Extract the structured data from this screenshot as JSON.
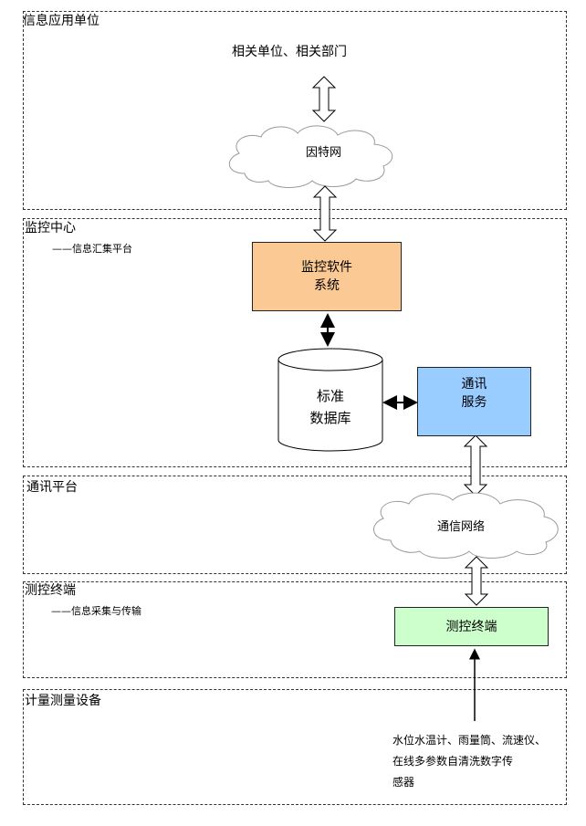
{
  "zones": {
    "info_app": {
      "label": "信息应用单位"
    },
    "monitor_center": {
      "label": "监控中心",
      "sub": "——信息汇集平台"
    },
    "comm_platform": {
      "label": "通讯平台"
    },
    "terminal": {
      "label": "测控终端",
      "sub": "——信息采集与传输"
    },
    "metering": {
      "label": "计量测量设备"
    }
  },
  "nodes": {
    "related_units": "相关单位、相关部门",
    "internet": "因特网",
    "monitor_software": {
      "line1": "监控软件",
      "line2": "系统"
    },
    "standard_db": {
      "line1": "标准",
      "line2": "数据库"
    },
    "comm_service": {
      "line1": "通讯",
      "line2": "服务"
    },
    "comm_network": "通信网络",
    "terminal_box": "测控终端",
    "sensors": {
      "line1": "水位水温计、雨量筒、流速仪、",
      "line2": "在线多参数自清洗数字传",
      "line3": "感器"
    }
  },
  "colors": {
    "software_fill": "#FAC994",
    "service_fill": "#99CCFF",
    "terminal_fill": "#CCFFCC",
    "cloud_stroke": "#9a9a9a"
  }
}
